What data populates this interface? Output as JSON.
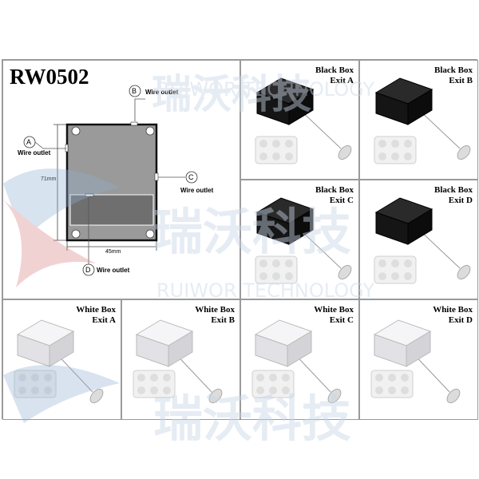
{
  "model": "RW0502",
  "watermark": {
    "chinese": "瑞沃科技",
    "english": "RUIWOR TECHNOLOGY"
  },
  "diagram": {
    "outlet_a": {
      "letter": "A",
      "label": "Wire outlet"
    },
    "outlet_b": {
      "letter": "B",
      "label": "Wire outlet"
    },
    "outlet_c": {
      "letter": "C",
      "label": "Wire outlet"
    },
    "outlet_d": {
      "letter": "D",
      "label": "Wire outlet"
    },
    "height_dim": "71mm",
    "width_dim": "45mm"
  },
  "products": [
    {
      "color_label": "Black Box",
      "exit_label": "Exit A",
      "box_color": "#1c1c1c"
    },
    {
      "color_label": "Black Box",
      "exit_label": "Exit B",
      "box_color": "#1c1c1c"
    },
    {
      "color_label": "Black Box",
      "exit_label": "Exit C",
      "box_color": "#1c1c1c"
    },
    {
      "color_label": "Black Box",
      "exit_label": "Exit D",
      "box_color": "#1c1c1c"
    },
    {
      "color_label": "White Box",
      "exit_label": "Exit A",
      "box_color": "#e9e9ec"
    },
    {
      "color_label": "White Box",
      "exit_label": "Exit B",
      "box_color": "#e9e9ec"
    },
    {
      "color_label": "White Box",
      "exit_label": "Exit C",
      "box_color": "#e9e9ec"
    },
    {
      "color_label": "White Box",
      "exit_label": "Exit D",
      "box_color": "#e9e9ec"
    }
  ]
}
